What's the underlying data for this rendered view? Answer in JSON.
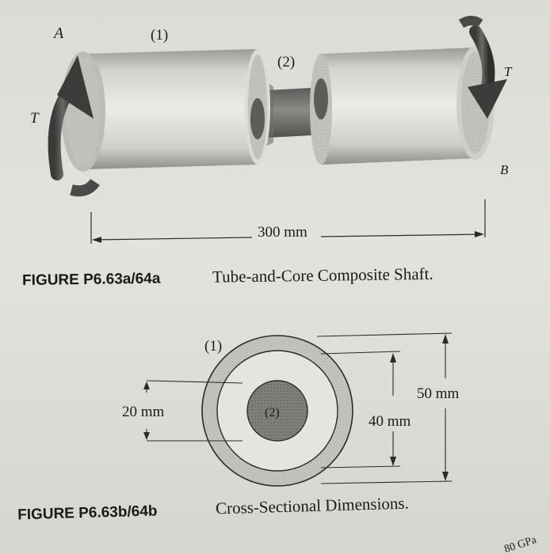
{
  "figure_a": {
    "labels": {
      "end_a": "A",
      "end_b": "B",
      "torque_left": "T",
      "torque_right": "T",
      "tube": "(1)",
      "core": "(2)",
      "length": "300 mm"
    },
    "caption": {
      "number": "FIGURE P6.63a/64a",
      "title": "Tube-and-Core Composite Shaft."
    }
  },
  "figure_b": {
    "labels": {
      "tube": "(1)",
      "core": "(2)",
      "core_diameter": "20 mm",
      "tube_inner_diameter": "40 mm",
      "tube_outer_diameter": "50 mm"
    },
    "caption": {
      "number": "FIGURE P6.63b/64b",
      "title": "Cross-Sectional Dimensions."
    }
  },
  "corner_fragment": "80 GPa"
}
